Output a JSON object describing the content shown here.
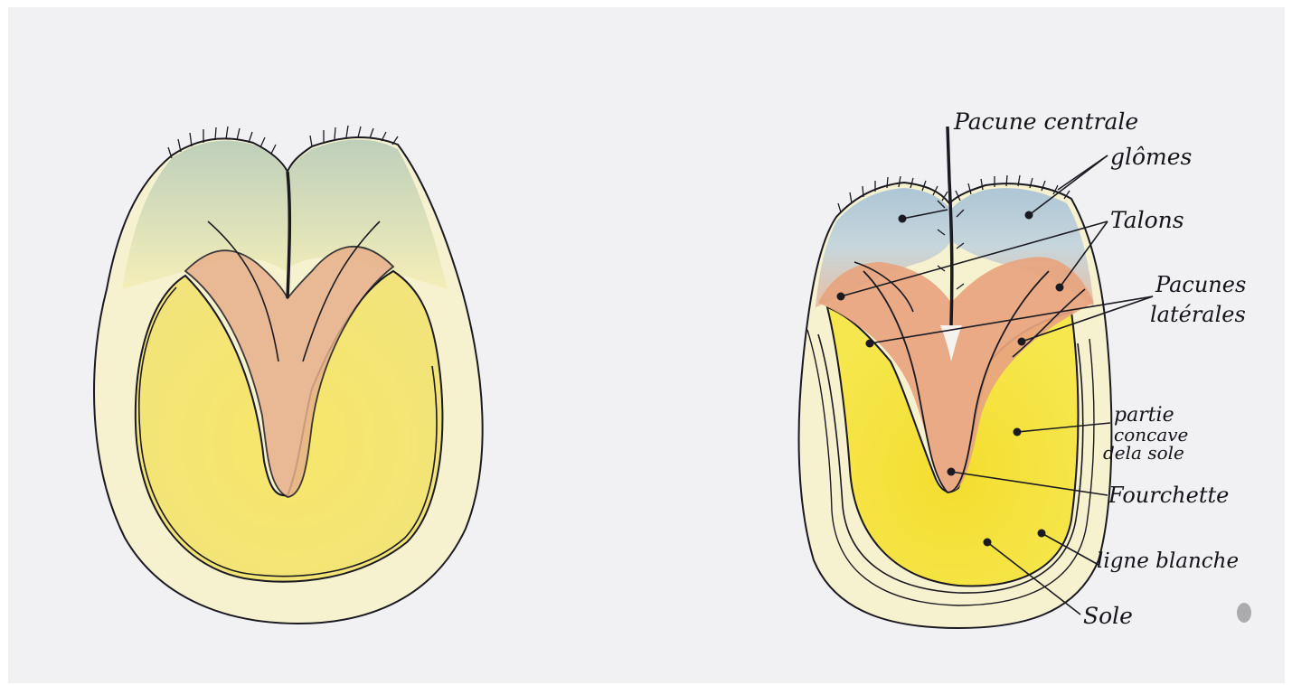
{
  "labels": {
    "lacune_centrale": "Pacune centrale",
    "glomes": "glômes",
    "talons": "Talons",
    "lacunes_laterales_1": "Pacunes",
    "lacunes_laterales_2": "latérales",
    "partie_concave_1": "partie",
    "partie_concave_2": "concave",
    "partie_concave_3": "dela sole",
    "fourchette": "Fourchette",
    "ligne_blanche": "ligne blanche",
    "sole": "Sole"
  },
  "colors": {
    "paper": "#f1f0f3",
    "ink": "#15131a",
    "sole_yellow": "#f6e542",
    "frog_orange": "#e4a37e",
    "bulb_blue": "#b9cfd9",
    "pale_yellow": "#f7f3c4"
  }
}
